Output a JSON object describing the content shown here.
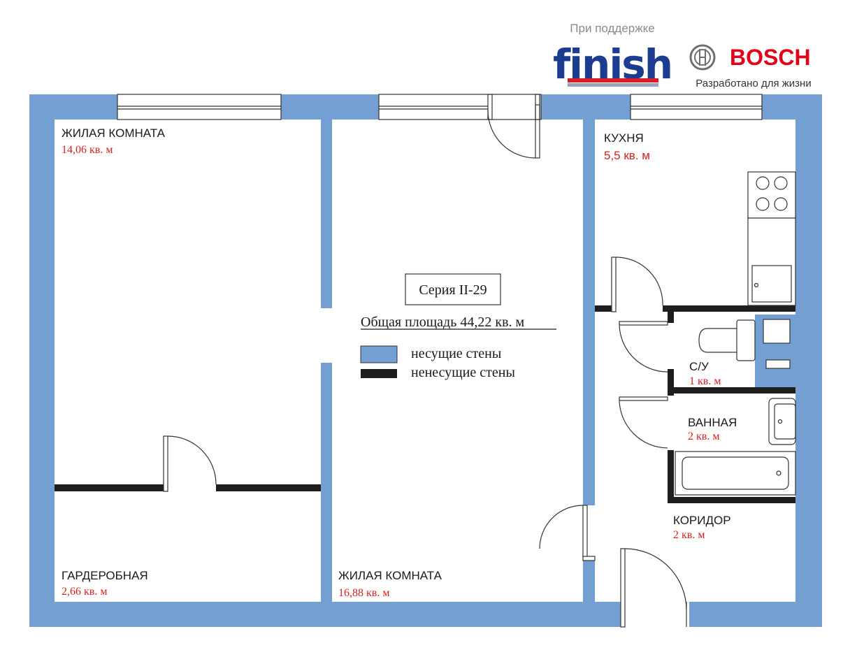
{
  "sponsor": {
    "caption": "При поддержке",
    "finish_logo": "finish",
    "bosch_logo": "BOSCH",
    "bosch_tagline": "Разработано для жизни"
  },
  "plan": {
    "series": "Серия II-29",
    "total_area": "Общая площадь 44,22 кв. м"
  },
  "legend": {
    "bearing": "несущие стены",
    "non_bearing": "ненесущие стены"
  },
  "rooms": {
    "living1": {
      "name": "ЖИЛАЯ КОМНАТА",
      "area": "14,06 кв. м"
    },
    "kitchen": {
      "name": "КУХНЯ",
      "area": "5,5 кв. м"
    },
    "wc": {
      "name": "С/У",
      "area": "1 кв. м"
    },
    "bath": {
      "name": "ВАННАЯ",
      "area": "2 кв. м"
    },
    "corridor": {
      "name": "КОРИДОР",
      "area": "2 кв. м"
    },
    "wardrobe": {
      "name": "ГАРДЕРОБНАЯ",
      "area": "2,66 кв. м"
    },
    "living2": {
      "name": "ЖИЛАЯ КОМНАТА",
      "area": "16,88 кв. м"
    }
  },
  "colors": {
    "bearing_wall": "#739fd3",
    "non_bearing_wall": "#1e1e1e",
    "area_text": "#d81f1f",
    "finish_blue": "#1b3c8f",
    "finish_red": "#d51d29",
    "bosch_red": "#e2001a"
  }
}
